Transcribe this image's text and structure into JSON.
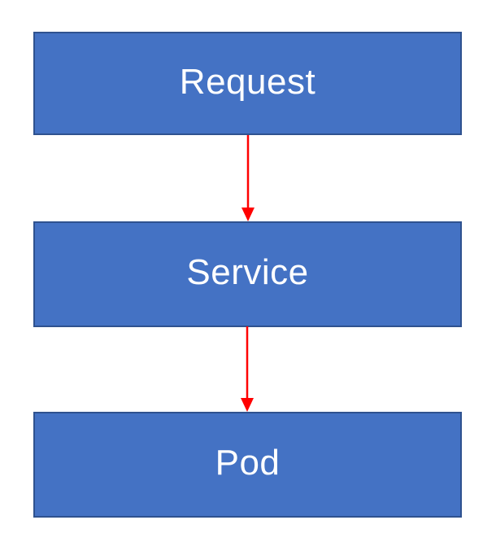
{
  "diagram": {
    "type": "flow-diagram",
    "direction": "top-down",
    "nodes": [
      {
        "id": "request",
        "label": "Request"
      },
      {
        "id": "service",
        "label": "Service"
      },
      {
        "id": "pod",
        "label": "Pod"
      }
    ],
    "edges": [
      {
        "from": "request",
        "to": "service",
        "style": "arrow-down"
      },
      {
        "from": "service",
        "to": "pod",
        "style": "arrow-down"
      }
    ],
    "colors": {
      "node_fill": "#4472C4",
      "node_border": "#2F528F",
      "node_text": "#FFFFFF",
      "arrow": "#FF0000",
      "background": "#FFFFFF"
    }
  }
}
